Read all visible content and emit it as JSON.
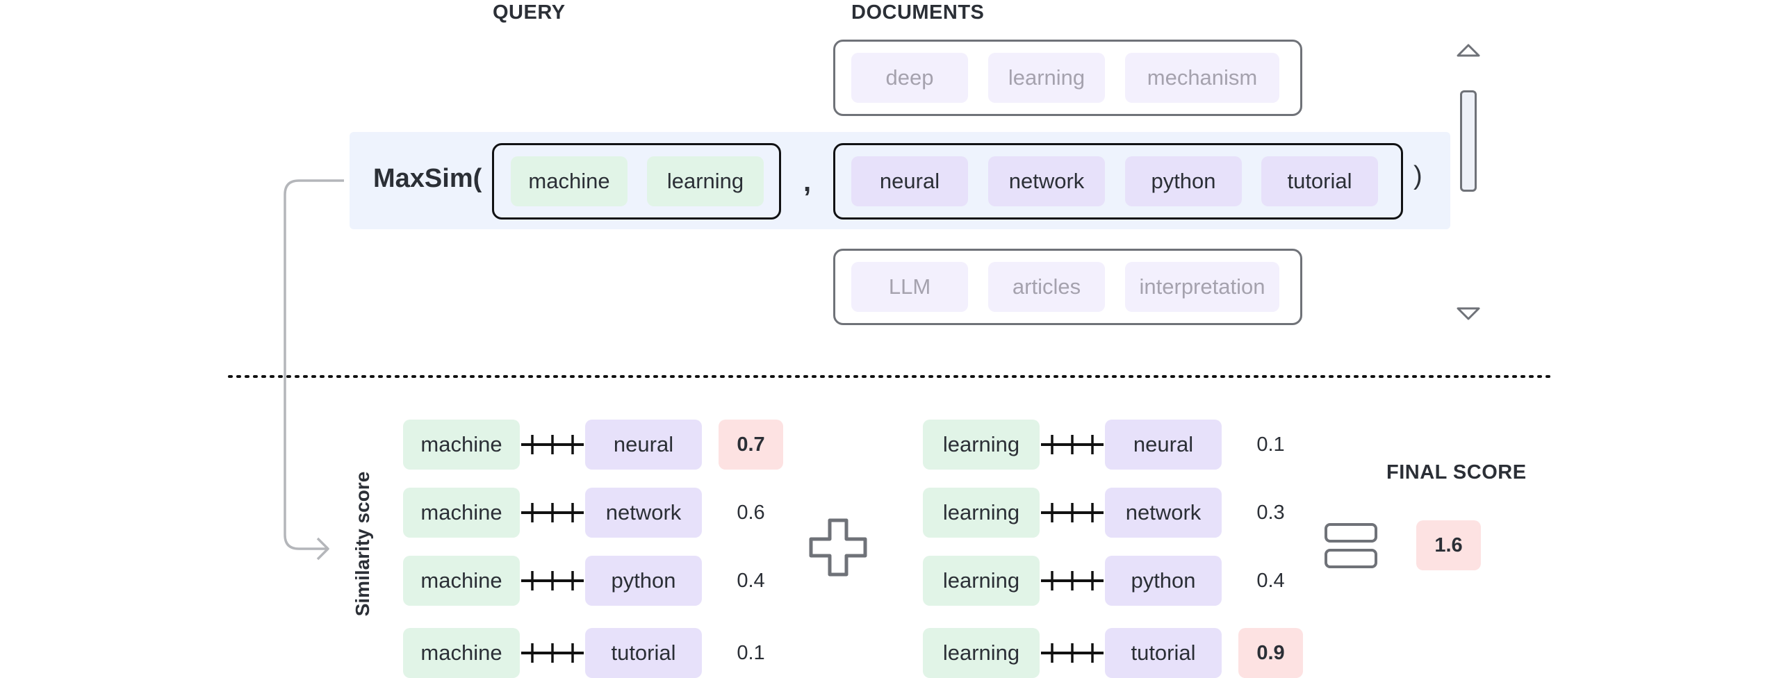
{
  "headers": {
    "query": "QUERY",
    "documents": "DOCUMENTS",
    "final_score": "FINAL SCORE"
  },
  "function": {
    "name": "MaxSim(",
    "comma": ",",
    "close": ")"
  },
  "query_tokens": [
    "machine",
    "learning"
  ],
  "doc_above": [
    "deep",
    "learning",
    "mechanism"
  ],
  "doc_active": [
    "neural",
    "network",
    "python",
    "tutorial"
  ],
  "doc_below": [
    "LLM",
    "articles",
    "interpretation"
  ],
  "y_axis_label": "Similarity score",
  "left_pairs": [
    {
      "q": "machine",
      "d": "neural",
      "score": "0.7",
      "max": true
    },
    {
      "q": "machine",
      "d": "network",
      "score": "0.6",
      "max": false
    },
    {
      "q": "machine",
      "d": "python",
      "score": "0.4",
      "max": false
    },
    {
      "q": "machine",
      "d": "tutorial",
      "score": "0.1",
      "max": false
    }
  ],
  "right_pairs": [
    {
      "q": "learning",
      "d": "neural",
      "score": "0.1",
      "max": false
    },
    {
      "q": "learning",
      "d": "network",
      "score": "0.3",
      "max": false
    },
    {
      "q": "learning",
      "d": "python",
      "score": "0.4",
      "max": false
    },
    {
      "q": "learning",
      "d": "tutorial",
      "score": "0.9",
      "max": true
    }
  ],
  "final_score": "1.6",
  "icons": {
    "scroll_up": "triangle-up-icon",
    "scroll_down": "triangle-down-icon",
    "plus": "plus-icon",
    "equals": "equals-icon"
  },
  "colors": {
    "query_token": "#e1f4e7",
    "doc_token": "#e7e1fa",
    "faded_token": "#f3f0fd",
    "highlight": "#fde2e2",
    "band": "#eef3fd"
  }
}
